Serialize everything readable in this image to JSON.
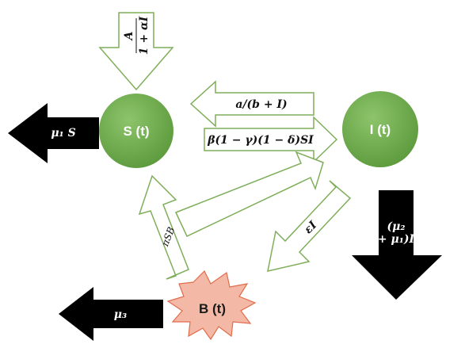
{
  "nodes": {
    "S": {
      "label": "S (t)"
    },
    "I": {
      "label": "I (t)"
    },
    "B": {
      "label": "B (t)"
    }
  },
  "arrows": {
    "recruitment": {
      "numerator": "A",
      "denominator": "1 + αI"
    },
    "recovery": {
      "label": "a/(b + I)"
    },
    "infection": {
      "label": "β(1 − γ)(1 − δ)SI"
    },
    "shedding": {
      "label": "εI"
    },
    "bacterial_infection": {
      "label": "πSB"
    },
    "death_S": {
      "label": "μ₁ S"
    },
    "death_I": {
      "line1": "(μ₂",
      "line2": "+ μ₁)I"
    },
    "death_B": {
      "label": "μ₃"
    }
  },
  "colors": {
    "node_green": "#6aa84f",
    "node_green_light": "#93c47d",
    "arrow_outline": "#7fae5a",
    "black_arrow": "#000000",
    "burst_fill": "#f4b9a6",
    "burst_stroke": "#e06c4c"
  }
}
